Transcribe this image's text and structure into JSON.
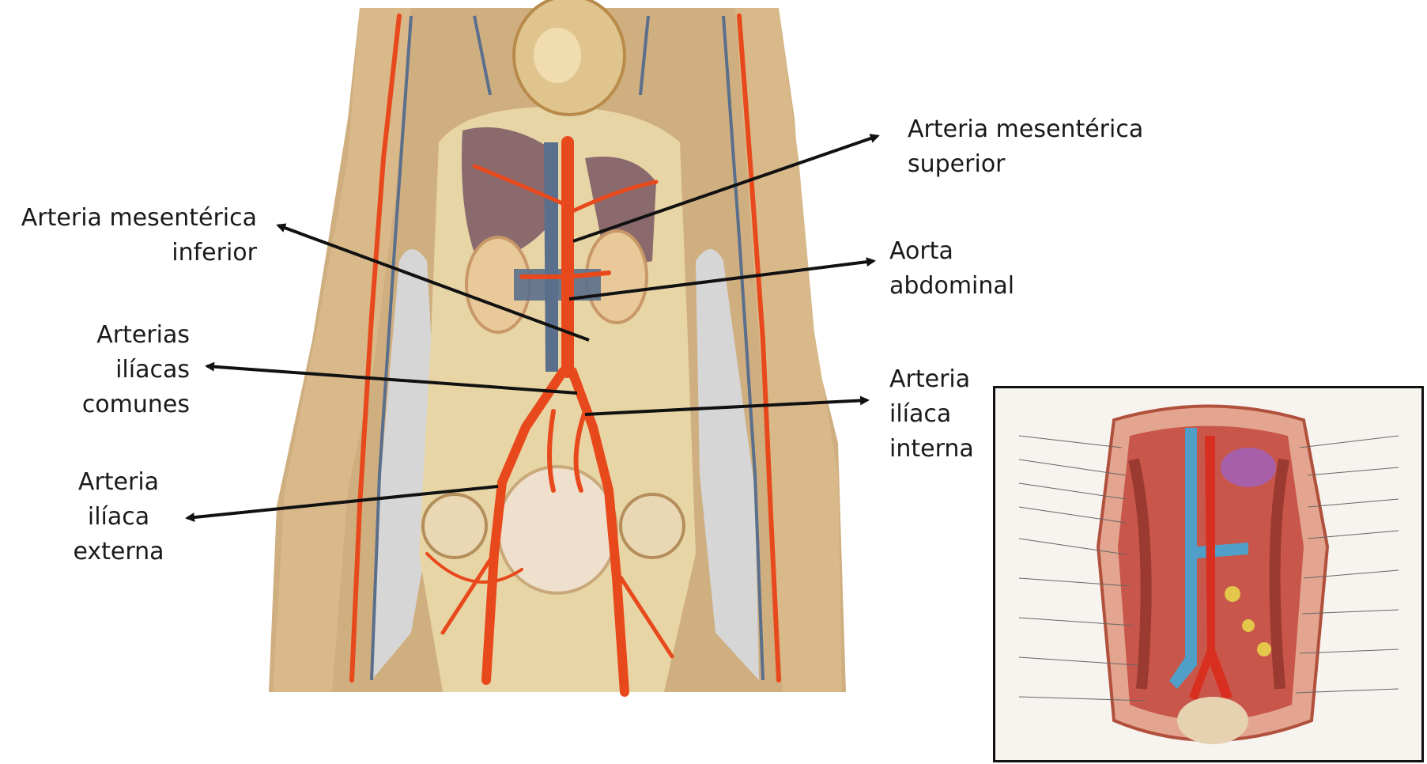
{
  "labels": {
    "mesenterica_superior": [
      "Arteria mesentérica",
      "superior"
    ],
    "mesenterica_inferior": [
      "Arteria mesentérica",
      "inferior"
    ],
    "aorta_abdominal": [
      "Aorta",
      "abdominal"
    ],
    "iliacas_comunes": [
      "Arterias",
      "ilíacas",
      "comunes"
    ],
    "iliaca_interna": [
      "Arteria",
      "ilíaca",
      "interna"
    ],
    "iliaca_externa": [
      "Arteria",
      "ilíaca",
      "externa"
    ]
  },
  "colors": {
    "artery": "#e8491c",
    "vein": "#5a6f8c",
    "skin": "#d9b98a",
    "arrow": "#111111",
    "inset_vein": "#4f9fc9",
    "inset_muscle": "#c8564a"
  },
  "inset": {
    "icon": "anatomical-illustration-inset"
  }
}
